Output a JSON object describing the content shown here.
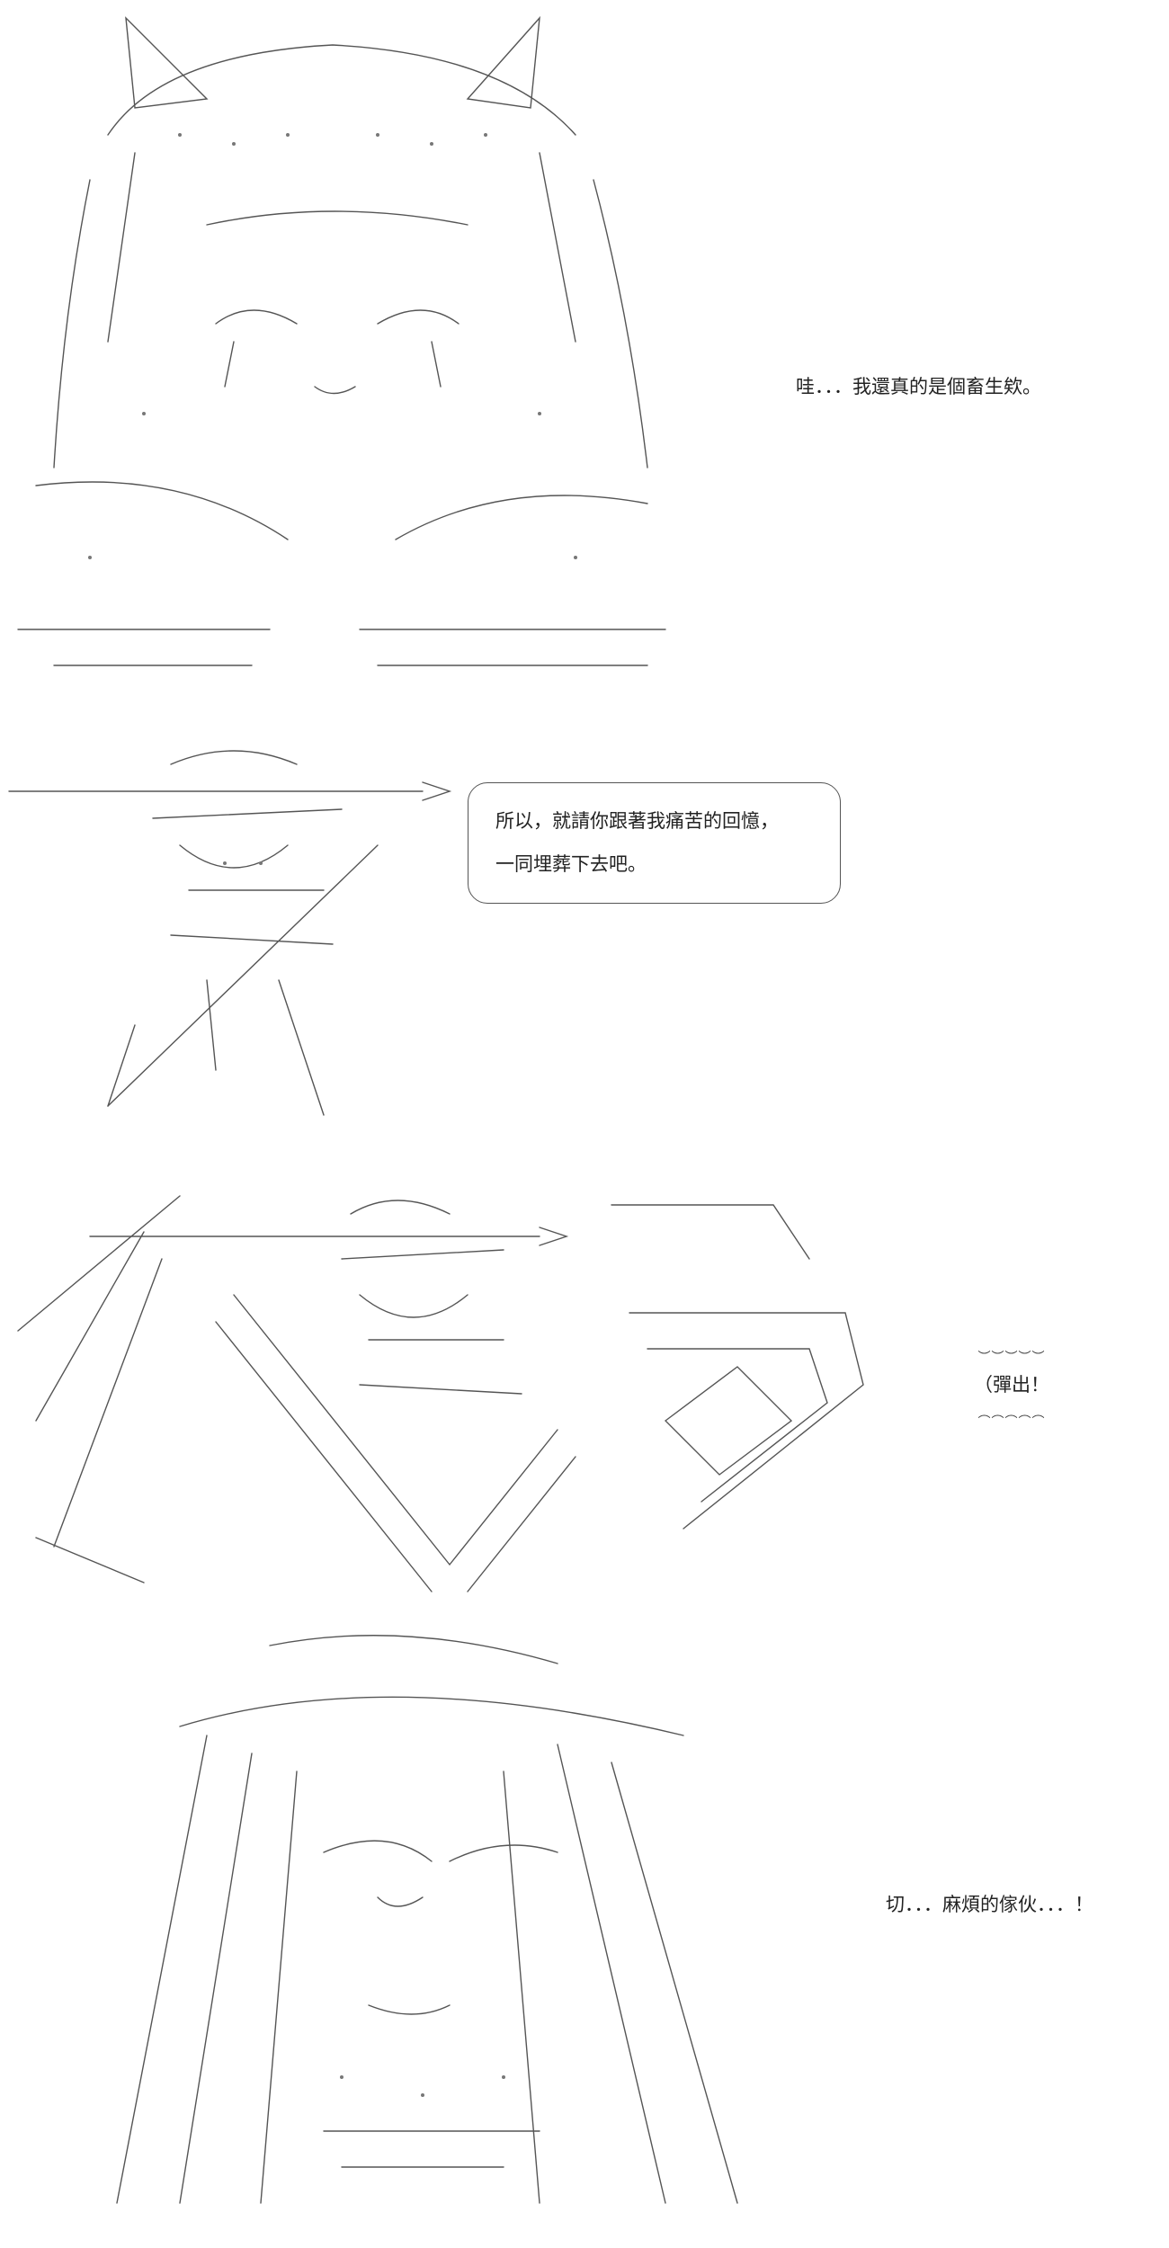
{
  "panels": [
    {
      "art": "cat-eared-character-crying-art",
      "caption": "哇．．．我還真的是個畜生欸。"
    },
    {
      "art": "character-with-spear-art",
      "bubble_lines": [
        "所以，就請你跟著我痛苦的回憶，",
        "一同埋葬下去吧。"
      ]
    },
    {
      "art": "character-spear-ejected-art",
      "sound_effect": "（彈出！"
    },
    {
      "art": "long-haired-character-annoyed-art",
      "caption": "切．．．麻煩的傢伙．．．！"
    }
  ]
}
